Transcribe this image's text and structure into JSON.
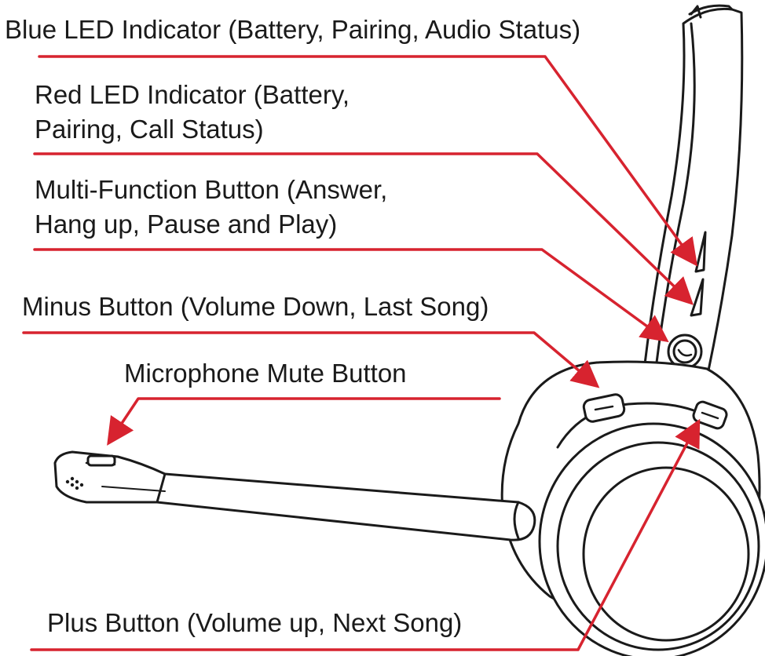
{
  "labels": {
    "blue_led": "Blue LED Indicator (Battery, Pairing, Audio Status)",
    "red_led_line1": "Red LED Indicator (Battery,",
    "red_led_line2": "Pairing, Call Status)",
    "multifunction_line1": "Multi-Function Button (Answer,",
    "multifunction_line2": "Hang up, Pause and Play)",
    "minus": "Minus Button (Volume Down, Last Song)",
    "mic_mute": "Microphone Mute Button",
    "plus": "Plus Button (Volume up, Next Song)"
  },
  "colors": {
    "callout": "#d7232f",
    "outline": "#1a1a1a",
    "text": "#1a1a1a"
  }
}
